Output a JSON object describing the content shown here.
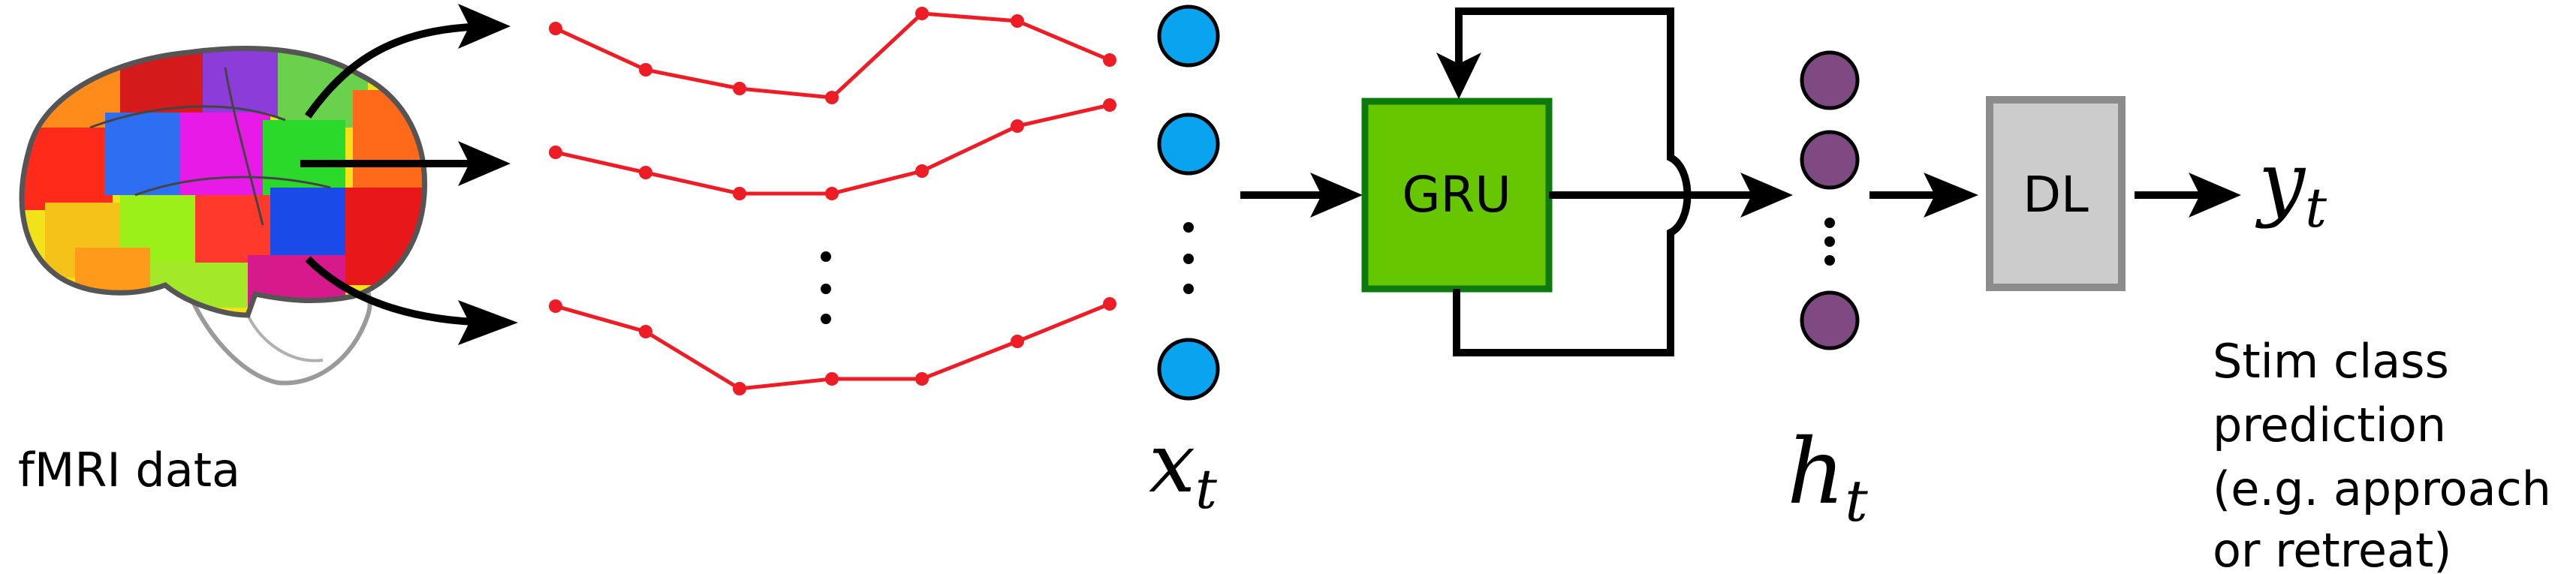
{
  "labels": {
    "fmri": "fMRI data",
    "ellipsis": "⋮",
    "gru": "GRU",
    "dl": "DL",
    "x_var": "x",
    "x_sub": "t",
    "h_var": "h",
    "h_sub": "t",
    "y_var": "y",
    "y_sub": "t",
    "prediction_lines": [
      "Stim class",
      "prediction",
      "(e.g. approach",
      "or retreat)"
    ]
  },
  "colors": {
    "series_line": "#ee1c25",
    "input_node": "#0aa3f0",
    "hidden_node": "#7f4a82",
    "gru_fill": "#66c600",
    "gru_border": "#0d7a0d",
    "dl_fill": "#cccccc",
    "dl_border": "#8c8c8c",
    "arrow": "#000000"
  },
  "icons": {
    "brain": "brain-parcellation-icon"
  }
}
